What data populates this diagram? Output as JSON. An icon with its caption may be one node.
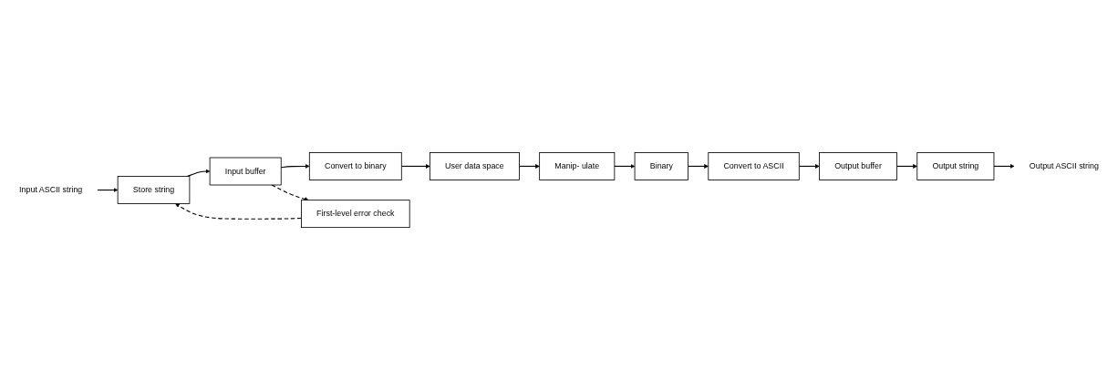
{
  "diagram": {
    "nodes": [
      {
        "text": [
          "Input ASCII string"
        ]
      },
      {
        "text": [
          "Store string"
        ]
      },
      {
        "text": [
          "Input buffer"
        ]
      },
      {
        "text": [
          "Convert to binary"
        ]
      },
      {
        "text": [
          "User data space"
        ]
      },
      {
        "text": [
          "Manip- ulate"
        ]
      },
      {
        "text": [
          "Binary"
        ]
      },
      {
        "text": [
          "First-level error check"
        ]
      },
      {
        "text": [
          "Output ASCII string"
        ]
      },
      {
        "text": [
          "Output string"
        ]
      },
      {
        "text": [
          "Output buffer"
        ]
      },
      {
        "text": [
          "Convert to ASCII"
        ]
      }
    ],
    "edges": [
      {
        "from": 0,
        "to": 1,
        "arrow": "to"
      },
      {
        "from": 1,
        "to": 2,
        "arrow": "to"
      },
      {
        "from": 2,
        "to": 3,
        "arrow": "to"
      },
      {
        "from": 2,
        "to": 7,
        "arrow": "to",
        "style": "dashed"
      },
      {
        "from": 7,
        "to": 1,
        "arrow": "to",
        "style": "dashed"
      },
      {
        "from": 3,
        "to": 4,
        "arrow": "to"
      },
      {
        "from": 4,
        "to": 5,
        "arrow": "to"
      },
      {
        "from": 5,
        "to": 6,
        "arrow": "to"
      },
      {
        "from": 6,
        "to": 11,
        "arrow": "to"
      },
      {
        "from": 11,
        "to": 10,
        "arrow": "to"
      },
      {
        "from": 10,
        "to": 9,
        "arrow": "to"
      },
      {
        "from": 9,
        "to": 8,
        "arrow": "to"
      }
    ]
  }
}
